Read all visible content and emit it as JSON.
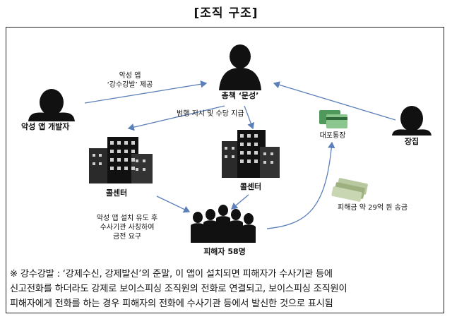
{
  "title": "[조직 구조]",
  "nodes": {
    "boss": "총책 ‘문성’",
    "developer": "악성 앱 개발자",
    "call_center_left": "콜센터",
    "call_center_right": "콜센터",
    "victims": "피해자 58명",
    "bank_account": "대포통장",
    "collector": "장집"
  },
  "edges": {
    "dev_to_boss_line1": "악성 앱",
    "dev_to_boss_line2": "‘강수강발’ 제공",
    "boss_to_centers": "범행 지시 및 수당 지급",
    "center_to_victims_line1": "악성 앱 설치 유도 후",
    "center_to_victims_line2": "수사기관 사칭하여",
    "center_to_victims_line3": "금전 요구",
    "victims_to_account": "피해금 약 29억 원 송금"
  },
  "note": {
    "line1": "※  강수강발 : ‘강제수신,  강제발신’의 준말, 이  앱이 설치되면 피해자가 수사기관 등에",
    "line2": "신고전화를 하더라도 강제로 보이스피싱 조직원의 전화로 연결되고, 보이스피싱 조직원이",
    "line3": "피해자에게 전화를 하는 경우 피해자의 전화에 수사기관 등에서 발신한 것으로 표시됨"
  },
  "colors": {
    "arrow": "#5b7fb8",
    "figure": "#111111",
    "note_text": "#111111"
  }
}
